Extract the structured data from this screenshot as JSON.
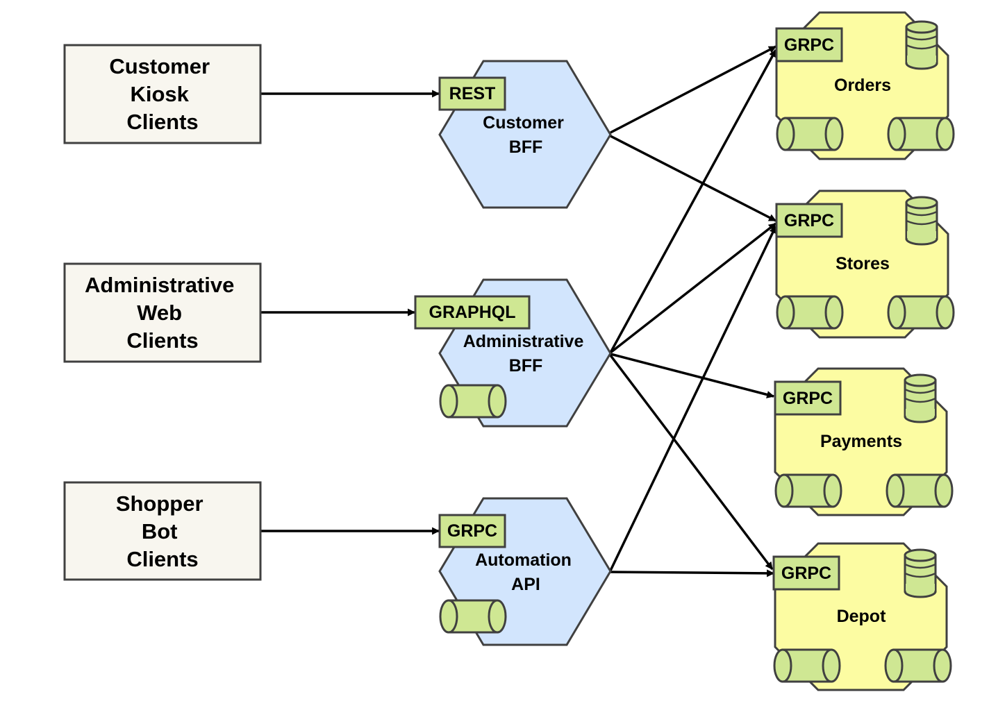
{
  "colors": {
    "client_fill": "#f8f6ef",
    "bff_fill": "#d2e5fd",
    "service_fill": "#fcfca2",
    "badge_fill": "#cfe793",
    "stroke": "#404040",
    "arrow": "#000000"
  },
  "clients": [
    {
      "lines": [
        "Customer",
        "Kiosk",
        "Clients"
      ]
    },
    {
      "lines": [
        "Administrative",
        "Web",
        "Clients"
      ]
    },
    {
      "lines": [
        "Shopper",
        "Bot",
        "Clients"
      ]
    }
  ],
  "gateways": [
    {
      "badge": "REST",
      "lines": [
        "Customer",
        "BFF"
      ]
    },
    {
      "badge": "GRAPHQL",
      "lines": [
        "Administrative",
        "BFF"
      ]
    },
    {
      "badge": "GRPC",
      "lines": [
        "Automation",
        "API"
      ]
    }
  ],
  "services": [
    {
      "badge": "GRPC",
      "name": "Orders",
      "icon": "database-icon"
    },
    {
      "badge": "GRPC",
      "name": "Stores",
      "icon": "database-icon"
    },
    {
      "badge": "GRPC",
      "name": "Payments",
      "icon": "database-icon"
    },
    {
      "badge": "GRPC",
      "name": "Depot",
      "icon": "database-icon"
    }
  ],
  "connections": [
    {
      "from": "Customer Kiosk Clients",
      "to": "Customer BFF"
    },
    {
      "from": "Administrative Web Clients",
      "to": "Administrative BFF"
    },
    {
      "from": "Shopper Bot Clients",
      "to": "Automation API"
    },
    {
      "from": "Customer BFF",
      "to": "Orders"
    },
    {
      "from": "Customer BFF",
      "to": "Stores"
    },
    {
      "from": "Administrative BFF",
      "to": "Orders"
    },
    {
      "from": "Administrative BFF",
      "to": "Stores"
    },
    {
      "from": "Administrative BFF",
      "to": "Payments"
    },
    {
      "from": "Administrative BFF",
      "to": "Depot"
    },
    {
      "from": "Automation API",
      "to": "Stores"
    },
    {
      "from": "Automation API",
      "to": "Depot"
    }
  ]
}
